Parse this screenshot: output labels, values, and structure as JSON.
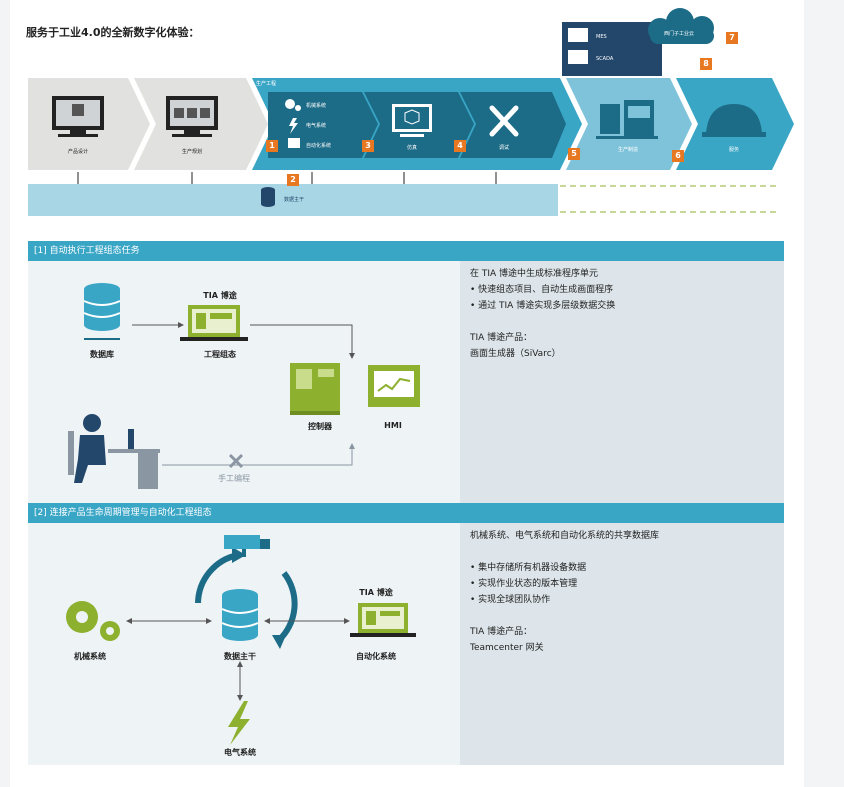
{
  "title": "服务于工业4.0的全新数字化体验：",
  "flow": {
    "group_label": "生产工程",
    "stages": {
      "product_design": "产品设计",
      "production_planning": "生产规划",
      "mechanical": "机械系统",
      "electrical": "电气系统",
      "automation": "自动化系统",
      "debug": "仿真",
      "commissioning": "调试",
      "production_exec": "生产制造",
      "service": "服务",
      "data_backbone": "数据主干"
    },
    "mes": "MES",
    "scada": "SCADA",
    "cloud": "西门子工业云",
    "numbers": [
      "1",
      "2",
      "3",
      "4",
      "5",
      "6",
      "7",
      "8"
    ]
  },
  "section1": {
    "header": "[1]  自动执行工程组态任务",
    "labels": {
      "database": "数据库",
      "tia": "TIA 博途",
      "engineering": "工程组态",
      "controller": "控制器",
      "hmi": "HMI",
      "manual": "手工编程"
    },
    "right": {
      "heading": "在 TIA 博途中生成标准程序单元",
      "bullets": [
        "快速组态项目、自动生成画面程序",
        "通过 TIA 博途实现多层级数据交换"
      ],
      "product_title": "TIA 博途产品：",
      "product": "画面生成器（SiVarc）"
    }
  },
  "section2": {
    "header": "[2]  连接产品生命周期管理与自动化工程组态",
    "labels": {
      "mechanical": "机械系统",
      "backbone": "数据主干",
      "tia": "TIA 博途",
      "automation": "自动化系统",
      "electrical": "电气系统"
    },
    "right": {
      "heading": "机械系统、电气系统和自动化系统的共享数据库",
      "bullets": [
        "集中存储所有机器设备数据",
        "实现作业状态的版本管理",
        "实现全球团队协作"
      ],
      "product_title": "TIA 博途产品：",
      "product": "Teamcenter 网关"
    }
  },
  "colors": {
    "dark_blue": "#1c6b87",
    "mid_blue": "#3aa6c6",
    "light_blue": "#a9d6e5",
    "gray": "#e1e1df",
    "orange": "#e87722",
    "green": "#8db02f",
    "navy": "#23466b"
  }
}
